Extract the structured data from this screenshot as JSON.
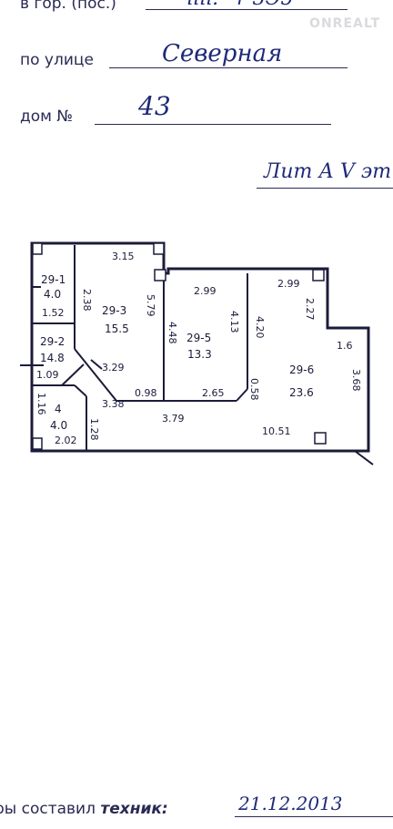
{
  "header": {
    "city_label": "в гор. (пос.)",
    "street_label": "по улице",
    "street_value": "Северная",
    "house_label": "дом №",
    "house_value": "43",
    "liter": "Лит А Ⅴ эт"
  },
  "watermark": "ONREALT",
  "plan": {
    "rooms": [
      {
        "id": "29-1",
        "area": "4.0"
      },
      {
        "id": "29-2",
        "area": "14.8"
      },
      {
        "id": "29-3",
        "area": "15.5"
      },
      {
        "id": "4",
        "area": "4.0"
      },
      {
        "id": "29-5",
        "area": "13.3"
      },
      {
        "id": "29-6",
        "area": "23.6"
      }
    ],
    "dimensions": [
      "3.15",
      "2.38",
      "1.52",
      "5.79",
      "2.99",
      "4.48",
      "4.13",
      "2.99",
      "4.20",
      "2.27",
      "1.6",
      "1.09",
      "3.29",
      "0.98",
      "3.38",
      "2.65",
      "0.58",
      "3.68",
      "1.16",
      "2.02",
      "1.28",
      "3.79",
      "10.51"
    ]
  },
  "footer": {
    "prefix": "ры составил",
    "role": "техник:",
    "date": "21.12.2013"
  }
}
